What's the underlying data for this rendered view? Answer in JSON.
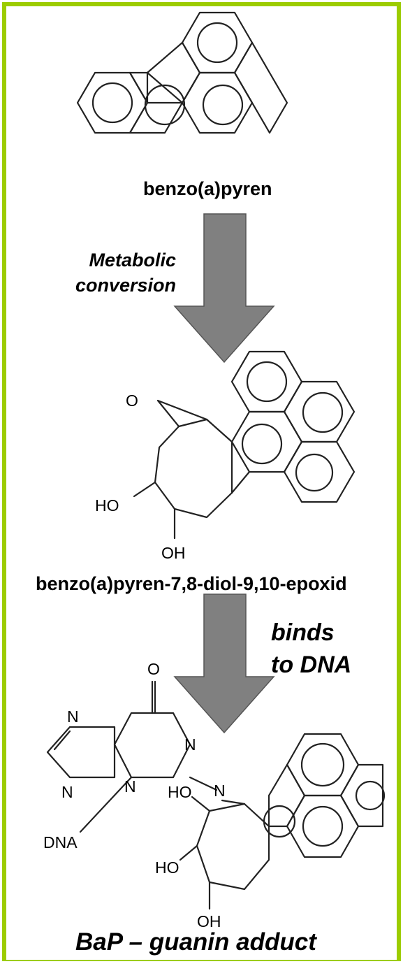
{
  "molecules": {
    "benzopyrene": {
      "name": "benzo(a)pyren"
    },
    "diol_epoxide": {
      "name": "benzo(a)pyren-7,8-diol-9,10-epoxid",
      "atoms": {
        "epoxide_o": "O",
        "hydroxyl_1": "HO",
        "hydroxyl_2": "OH"
      }
    },
    "adduct": {
      "name": "BaP – guanin adduct",
      "atoms": {
        "carbonyl_o": "O",
        "n1": "N",
        "n3": "N",
        "n7": "N",
        "n9": "N",
        "linker_n": "N",
        "dna": "DNA",
        "ho_1": "HO",
        "ho_2": "HO",
        "oh_3": "OH"
      }
    }
  },
  "steps": {
    "metabolic": {
      "line1": "Metabolic",
      "line2": "conversion"
    },
    "binds": {
      "line1": "binds",
      "line2": "to DNA"
    }
  },
  "colors": {
    "border": "#9ccc00",
    "arrow_fill": "#808080"
  }
}
